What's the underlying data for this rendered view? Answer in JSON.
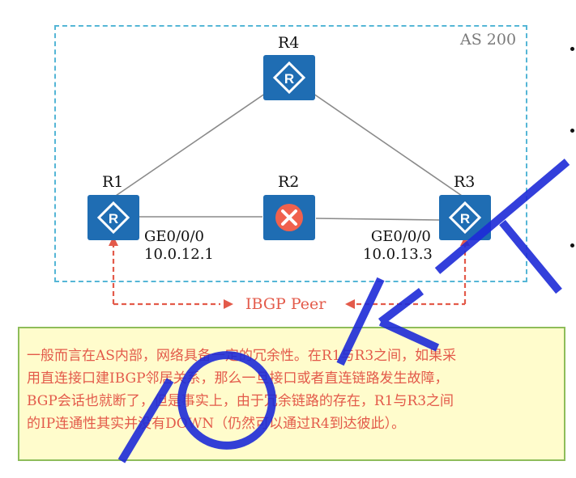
{
  "as_label": "AS 200",
  "routers": {
    "r4": {
      "label": "R4"
    },
    "r1": {
      "label": "R1"
    },
    "r2": {
      "label": "R2"
    },
    "r3": {
      "label": "R3"
    }
  },
  "interfaces": {
    "r1": {
      "port": "GE0/0/0",
      "ip": "10.0.12.1"
    },
    "r3": {
      "port": "GE0/0/0",
      "ip": "10.0.13.3"
    }
  },
  "peer_label": "IBGP Peer",
  "note_lines": [
    "一般而言在AS内部，网络具备一定的冗余性。在R1与R3之间，如果采",
    "用直连接口建IBGP邻居关系，那么一旦接口或者直连链路发生故障，",
    "BGP会话也就断了，但是事实上，由于冗余链路的存在，R1与R3之间",
    "的IP连通性其实并没有DOWN（仍然可以通过R4到达彼此）。"
  ],
  "colors": {
    "router_blue": "#1f6db3",
    "fault_red": "#f0614d",
    "peer_red": "#e35a4a",
    "as_border": "#55b6d6",
    "note_bg": "#fffccc",
    "note_border": "#8ebd5a",
    "underline": "#2d3fbf"
  },
  "icons": {
    "router": "router-icon",
    "fault": "fault-x-icon"
  }
}
